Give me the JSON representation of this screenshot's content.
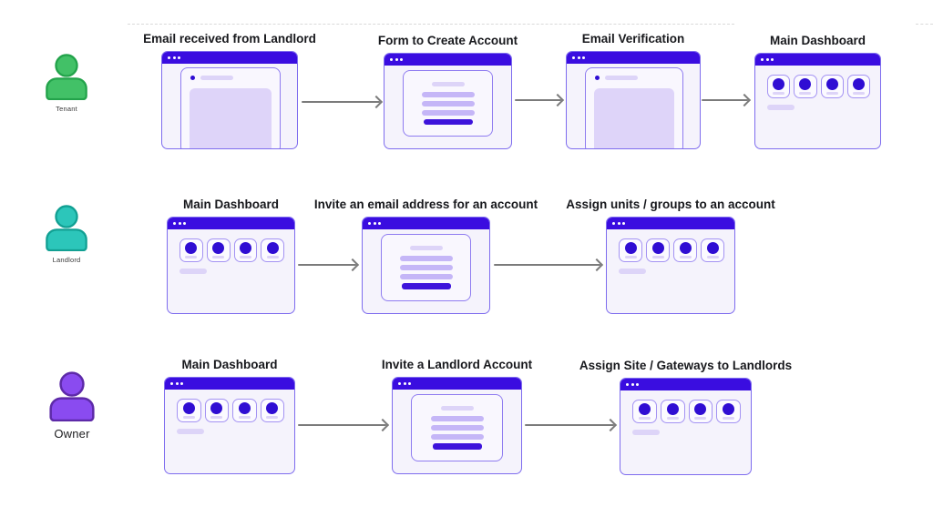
{
  "flows": [
    {
      "persona": "Tenant",
      "steps": [
        {
          "label": "Email received from Landlord",
          "type": "email"
        },
        {
          "label": "Form to Create Account",
          "type": "form"
        },
        {
          "label": "Email Verification",
          "type": "email"
        },
        {
          "label": "Main Dashboard",
          "type": "dashboard"
        }
      ]
    },
    {
      "persona": "Landlord",
      "steps": [
        {
          "label": "Main Dashboard",
          "type": "dashboard"
        },
        {
          "label": "Invite an email address for an account",
          "type": "form"
        },
        {
          "label": "Assign units / groups to an account",
          "type": "dashboard"
        }
      ]
    },
    {
      "persona": "Owner",
      "steps": [
        {
          "label": "Main Dashboard",
          "type": "dashboard"
        },
        {
          "label": "Invite a Landlord Account",
          "type": "form"
        },
        {
          "label": "Assign Site / Gateways to Landlords",
          "type": "dashboard"
        }
      ]
    }
  ],
  "colors": {
    "titlebar_blue": "#3a0de0",
    "window_border_purple": "#7e6cee",
    "window_background": "#f5f3fc",
    "card_border_purple": "#8f7cf0",
    "accent_indigo": "#2f0dd3",
    "line_light_purple": "#c5b6f7",
    "line_lavender": "#ddd4f8",
    "long_line_purple": "#d6cbf8",
    "email_fill_purple": "#ded4f9",
    "arrow_gray": "#7b7b7b",
    "divider_gray": "#d9d9d9",
    "tenant_green_fill": "#42c167",
    "tenant_green_stroke": "#23a34b",
    "landlord_teal_fill": "#2cc6ba",
    "landlord_teal_stroke": "#12a093",
    "owner_purple_fill": "#8a4bf0",
    "owner_purple_stroke": "#5d2aa8"
  }
}
